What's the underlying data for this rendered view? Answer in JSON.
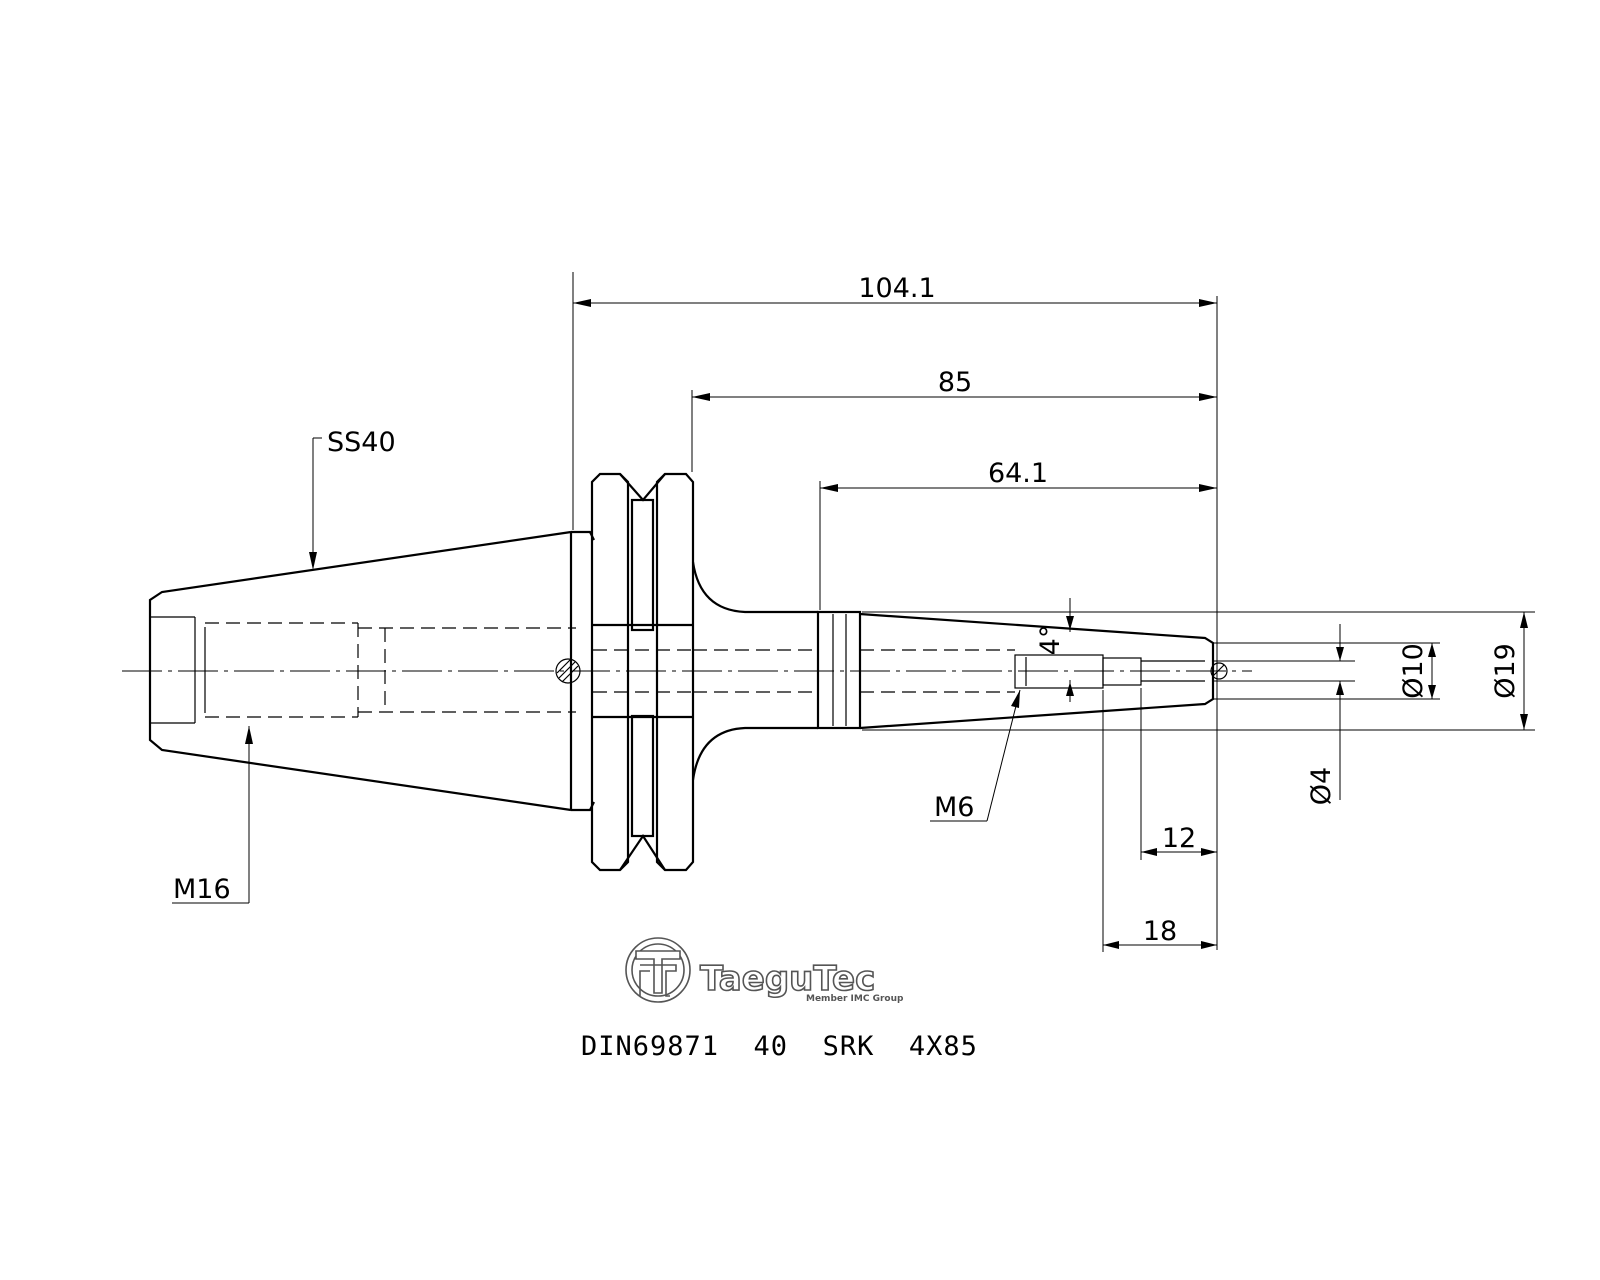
{
  "drawing": {
    "dimensions": {
      "overall_length": "104.1",
      "gauge_length": "85",
      "shank_length": "64.1",
      "taper_angle": "4°",
      "dia_outer": "Ø19",
      "dia_inner": "Ø10",
      "dia_bore": "Ø4",
      "len_12": "12",
      "len_18": "18"
    },
    "callouts": {
      "ss40": "SS40",
      "m16": "M16",
      "m6": "M6"
    },
    "logo": {
      "brand": "TaeguTec",
      "tagline": "Member IMC Group"
    },
    "caption": "DIN69871  40  SRK  4X85"
  }
}
